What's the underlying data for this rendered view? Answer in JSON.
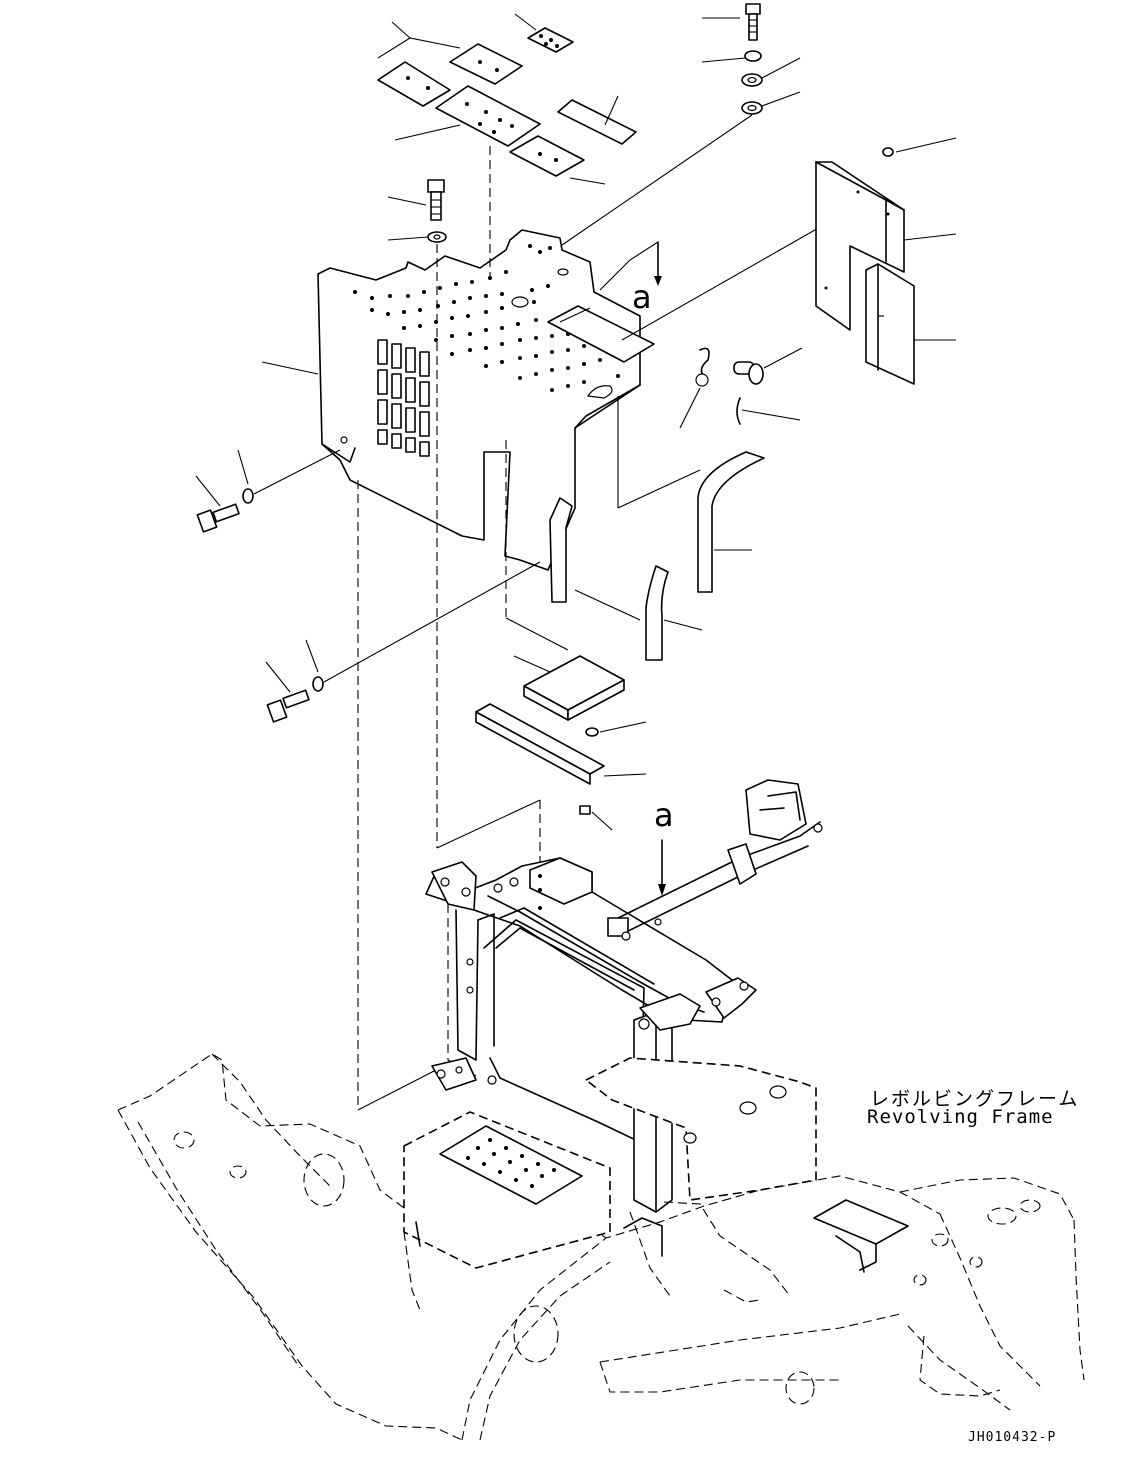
{
  "frame_label": {
    "japanese": "レボルビングフレーム",
    "english": "Revolving Frame"
  },
  "view_marker": "a",
  "drawing_code": "JH010432-P"
}
